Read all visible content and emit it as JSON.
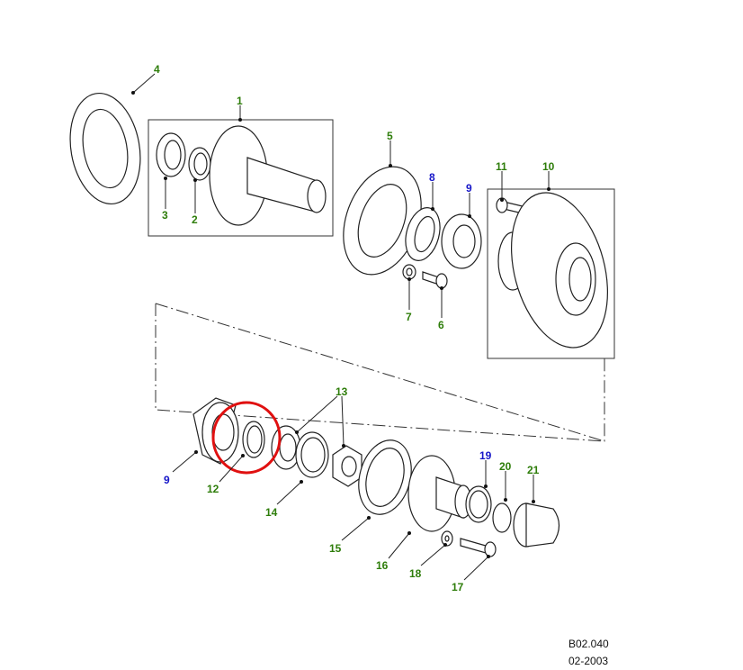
{
  "diagram_code": "B02.040",
  "date": "02-2003",
  "callouts": [
    {
      "id": "4",
      "text": "4",
      "color": "green"
    },
    {
      "id": "1",
      "text": "1",
      "color": "green"
    },
    {
      "id": "3",
      "text": "3",
      "color": "green"
    },
    {
      "id": "2",
      "text": "2",
      "color": "green"
    },
    {
      "id": "5",
      "text": "5",
      "color": "green"
    },
    {
      "id": "8",
      "text": "8",
      "color": "blue"
    },
    {
      "id": "9a",
      "text": "9",
      "color": "blue"
    },
    {
      "id": "11",
      "text": "11",
      "color": "green"
    },
    {
      "id": "10",
      "text": "10",
      "color": "green"
    },
    {
      "id": "7",
      "text": "7",
      "color": "green"
    },
    {
      "id": "6",
      "text": "6",
      "color": "green"
    },
    {
      "id": "9b",
      "text": "9",
      "color": "blue"
    },
    {
      "id": "12",
      "text": "12",
      "color": "green"
    },
    {
      "id": "13",
      "text": "13",
      "color": "green"
    },
    {
      "id": "14",
      "text": "14",
      "color": "green"
    },
    {
      "id": "15",
      "text": "15",
      "color": "green"
    },
    {
      "id": "16",
      "text": "16",
      "color": "green"
    },
    {
      "id": "18",
      "text": "18",
      "color": "green"
    },
    {
      "id": "17",
      "text": "17",
      "color": "green"
    },
    {
      "id": "19",
      "text": "19",
      "color": "blue"
    },
    {
      "id": "20",
      "text": "20",
      "color": "green"
    },
    {
      "id": "21",
      "text": "21",
      "color": "green"
    }
  ],
  "colors": {
    "green": "#2e7d0a",
    "blue": "#1515c8",
    "highlight": "#e01010"
  }
}
